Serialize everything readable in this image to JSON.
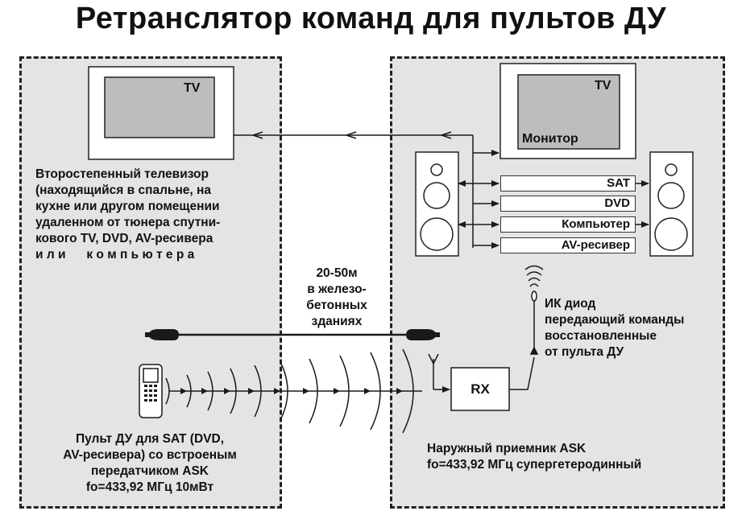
{
  "title": "Ретранслятор команд  для пультов ДУ",
  "left_zone": {
    "tv_label": "TV",
    "description_lines": [
      "Второстепенный  телевизор",
      "(находящийся в спальне, на",
      "кухне или другом помещении",
      "удаленном от тюнера спутни-",
      "кового TV, DVD, AV-ресивера",
      "и л и      к о м п ь ю т е р а"
    ],
    "remote_description_lines": [
      "Пульт ДУ для SAT (DVD,",
      "AV-ресивера) со встроеным",
      "передатчиком  ASK",
      "fo=433,92 МГц  10мВт"
    ]
  },
  "distance_lines": [
    "20-50м",
    "в  железо-",
    "бетонных",
    "зданиях"
  ],
  "right_zone": {
    "monitor_tv_label": "TV",
    "monitor_label": "Монитор",
    "sources": [
      "SAT",
      "DVD",
      "Компьютер",
      "AV-ресивер"
    ],
    "ir_description_lines": [
      "ИК диод",
      "передающий команды",
      "восстановленные",
      "от пульта ДУ"
    ],
    "rx_label": "RX",
    "receiver_description_lines": [
      "Наружный приемник  ASK",
      "fo=433,92 МГц супергетеродинный"
    ]
  },
  "colors": {
    "zone_fill": "#e4e4e4",
    "screen_fill": "#bdbdbd",
    "line": "#1a1a1a"
  }
}
